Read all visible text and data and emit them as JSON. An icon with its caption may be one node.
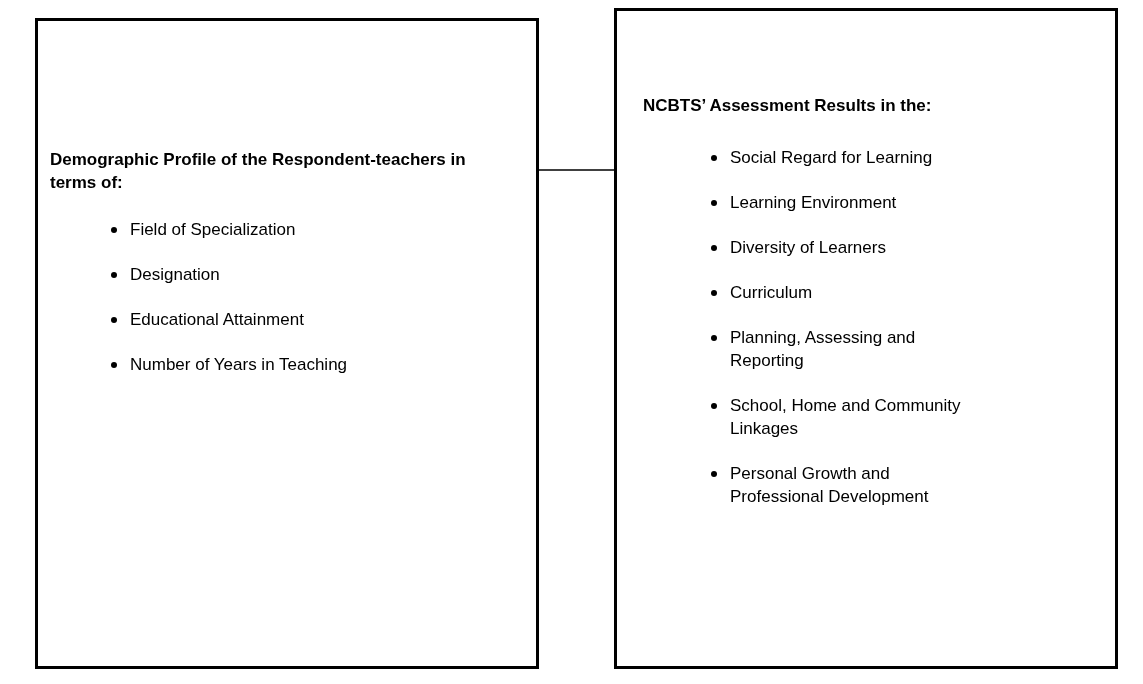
{
  "diagram": {
    "nodes": [
      {
        "text": [
          "Demographic Profile of the Respondent-teachers in terms of:",
          "Field of Specialization",
          "Designation",
          "Educational Attainment",
          "Number of Years in Teaching"
        ]
      },
      {
        "text": [
          "NCBTS’ Assessment Results in the:",
          "Social Regard for Learning",
          "Learning Environment",
          "Diversity of Learners",
          "Curriculum",
          "Planning, Assessing and Reporting",
          "School, Home and Community Linkages",
          "Personal Growth and Professional Development"
        ]
      }
    ],
    "edges": [
      {
        "from": 0,
        "to": 1,
        "arrow": "none"
      }
    ]
  }
}
